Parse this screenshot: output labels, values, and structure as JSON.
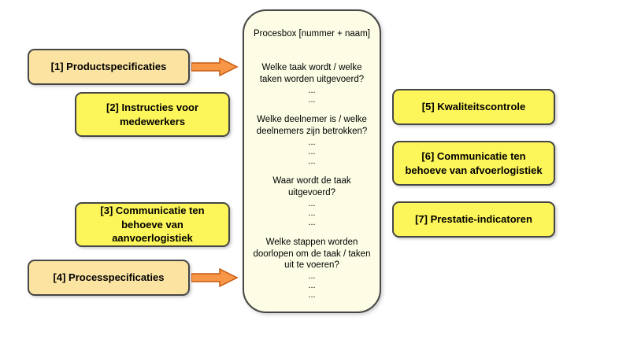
{
  "colors": {
    "input_box_fill": "#FBE3A2",
    "yellow_box_fill": "#FDF65A",
    "process_box_fill": "#FDFDE6",
    "arrow_fill": "#F79646",
    "arrow_stroke": "#C55A11",
    "box_border": "#464646"
  },
  "left_boxes": [
    {
      "label": "[1] Productspecificaties"
    },
    {
      "label": "[2] Instructies voor medewerkers"
    },
    {
      "label": "[3] Communicatie ten behoeve van aanvoerlogistiek"
    },
    {
      "label": "[4] Processpecificaties"
    }
  ],
  "right_boxes": [
    {
      "label": "[5] Kwaliteitscontrole"
    },
    {
      "label": "[6] Communicatie ten behoeve van afvoerlogistiek"
    },
    {
      "label": "[7] Prestatie-indicatoren"
    }
  ],
  "process_box": {
    "title": "Procesbox [nummer + naam]",
    "sections": [
      {
        "question": "Welke taak wordt / welke taken worden uitgevoerd?",
        "dots": [
          "...",
          "..."
        ]
      },
      {
        "question": "Welke deelnemer is / welke deelnemers zijn betrokken?",
        "dots": [
          "...",
          "...",
          "..."
        ]
      },
      {
        "question": "Waar wordt de taak uitgevoerd?",
        "dots": [
          "...",
          "...",
          "..."
        ]
      },
      {
        "question": "Welke stappen worden doorlopen om de taak / taken uit te voeren?",
        "dots": [
          "...",
          "...",
          "..."
        ]
      }
    ]
  }
}
